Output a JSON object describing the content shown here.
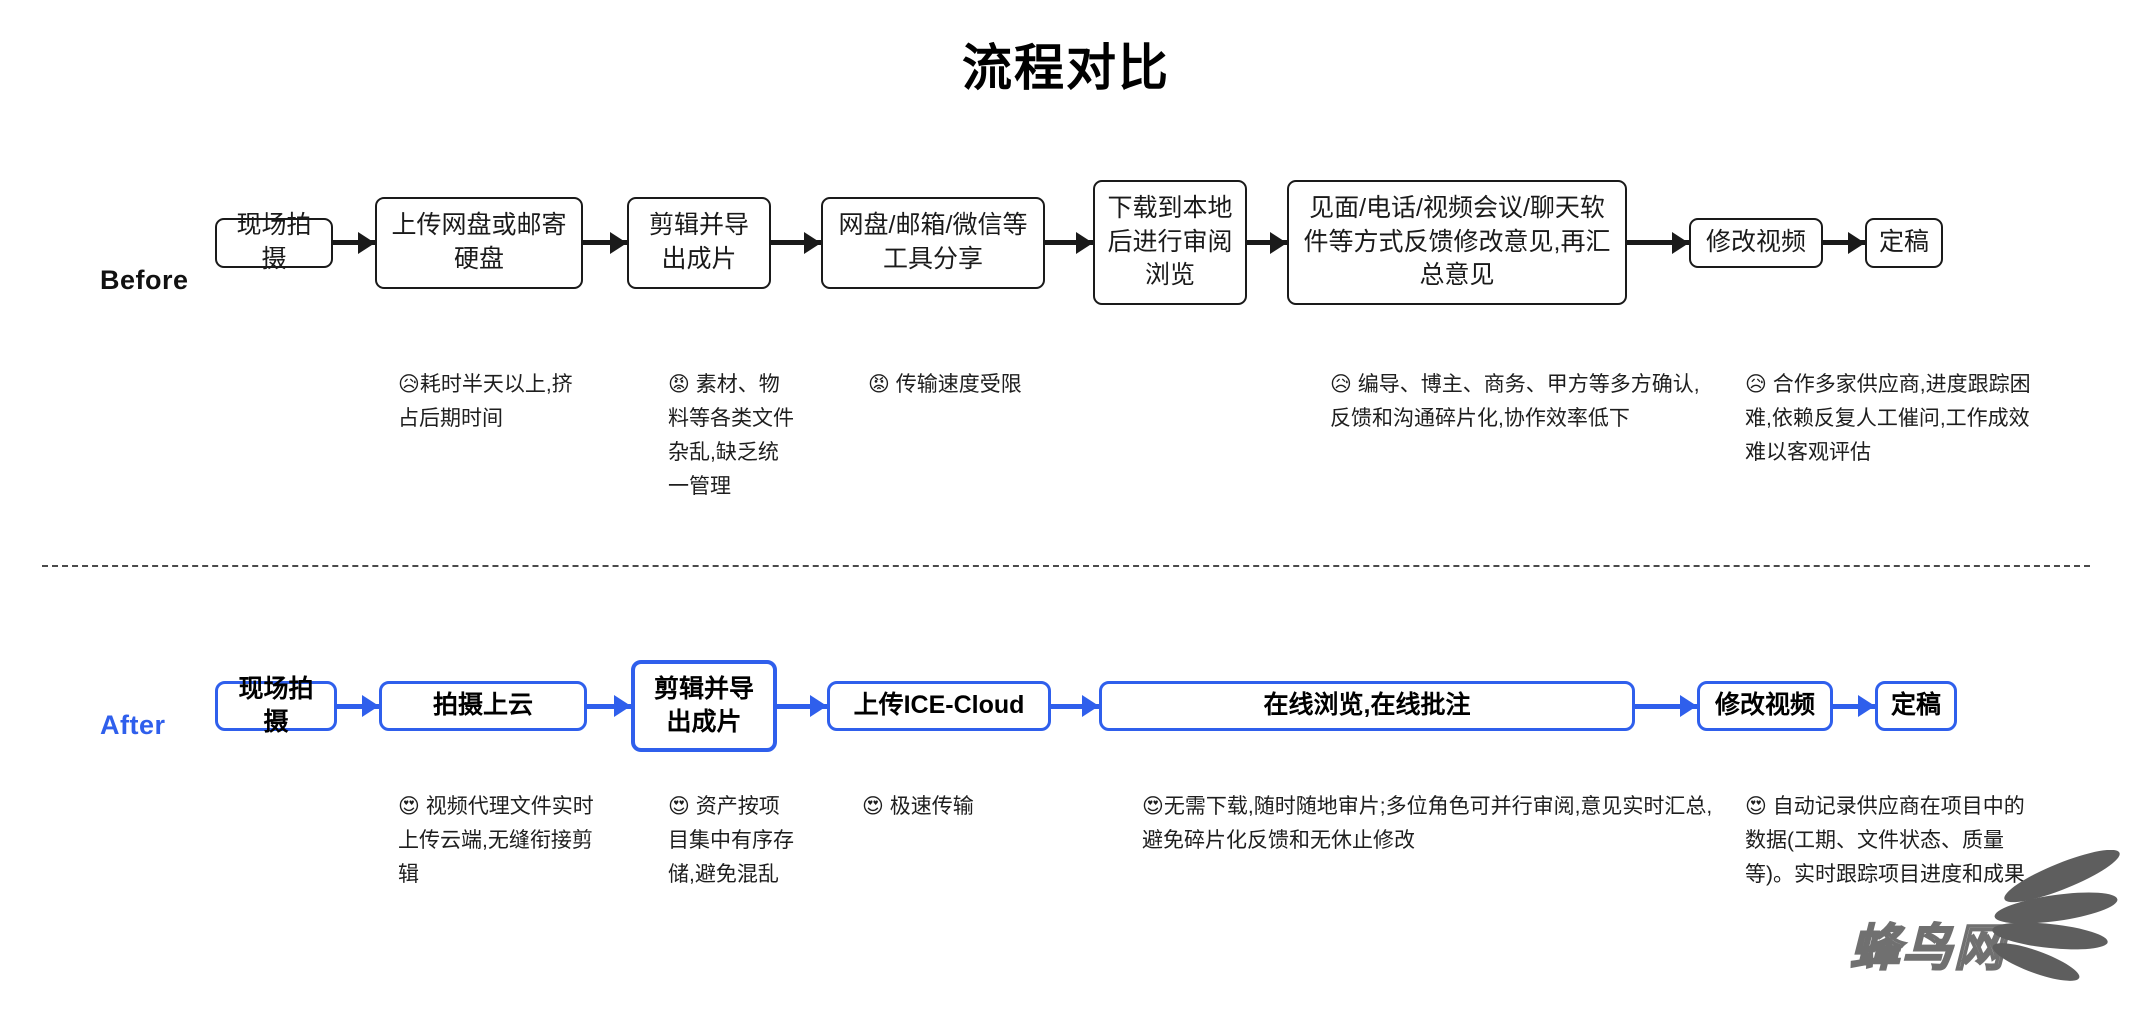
{
  "page": {
    "title": "流程对比",
    "accent_blue": "#2f5fec",
    "line_black": "#1a1a1a",
    "background": "#ffffff"
  },
  "before": {
    "label": "Before",
    "nodes": [
      {
        "id": "b1",
        "text": "现场拍摄"
      },
      {
        "id": "b2",
        "text": "上传网盘或邮寄硬盘"
      },
      {
        "id": "b3",
        "text": "剪辑并导出成片"
      },
      {
        "id": "b4",
        "text": "网盘/邮箱/微信等工具分享"
      },
      {
        "id": "b5",
        "text": "下载到本地后进行审阅浏览"
      },
      {
        "id": "b6",
        "text": "见面/电话/视频会议/聊天软件等方式反馈修改意见,再汇总意见"
      },
      {
        "id": "b7",
        "text": "修改视频"
      },
      {
        "id": "b8",
        "text": "定稿"
      }
    ],
    "notes": [
      {
        "id": "bn1",
        "emoji": "😥",
        "text": "耗时半天以上,挤占后期时间"
      },
      {
        "id": "bn2",
        "emoji": "😡",
        "text": "素材、物料等各类文件杂乱,缺乏统一管理"
      },
      {
        "id": "bn3",
        "emoji": "😡",
        "text": "传输速度受限"
      },
      {
        "id": "bn4",
        "emoji": "😥",
        "text": "编导、博主、商务、甲方等多方确认,反馈和沟通碎片化,协作效率低下"
      },
      {
        "id": "bn5",
        "emoji": "😥",
        "text": "合作多家供应商,进度跟踪困难,依赖反复人工催问,工作成效难以客观评估"
      }
    ]
  },
  "after": {
    "label": "After",
    "nodes": [
      {
        "id": "a1",
        "text": "现场拍摄"
      },
      {
        "id": "a2",
        "text": "拍摄上云"
      },
      {
        "id": "a3",
        "text": "剪辑并导出成片"
      },
      {
        "id": "a4",
        "text": "上传ICE-Cloud"
      },
      {
        "id": "a5",
        "text": "在线浏览,在线批注"
      },
      {
        "id": "a6",
        "text": "修改视频"
      },
      {
        "id": "a7",
        "text": "定稿"
      }
    ],
    "notes": [
      {
        "id": "an1",
        "emoji": "😍",
        "text": "视频代理文件实时上传云端,无缝衔接剪辑"
      },
      {
        "id": "an2",
        "emoji": "😍",
        "text": "资产按项目集中有序存储,避免混乱"
      },
      {
        "id": "an3",
        "emoji": "😍",
        "text": "极速传输"
      },
      {
        "id": "an4",
        "emoji": "😍",
        "text": "无需下载,随时随地审片;多位角色可并行审阅,意见实时汇总,避免碎片化反馈和无休止修改"
      },
      {
        "id": "an5",
        "emoji": "😍",
        "text": "自动记录供应商在项目中的数据(工期、文件状态、质量等)。实时跟踪项目进度和成果"
      }
    ]
  },
  "watermark": {
    "text": "蜂鸟网"
  }
}
